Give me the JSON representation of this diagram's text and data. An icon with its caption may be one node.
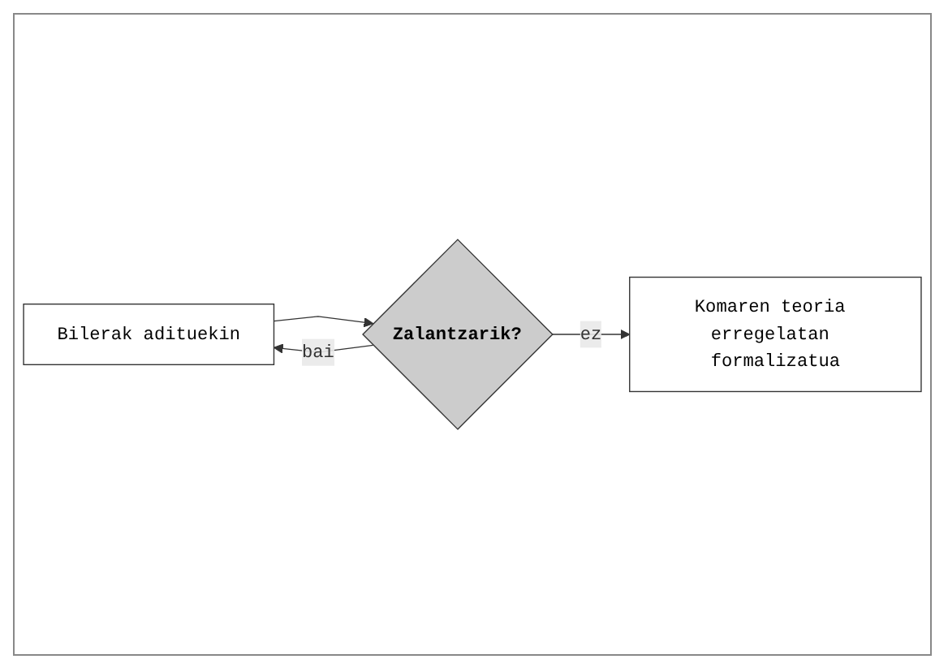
{
  "diagram": {
    "nodes": [
      {
        "text": [
          "Bilerak adituekin"
        ]
      },
      {
        "text": [
          "Zalantzarik?"
        ]
      },
      {
        "text": [
          "Komaren teoria erregelatan formalizatua"
        ]
      }
    ],
    "edges": [
      {
        "from": 0,
        "to": 1,
        "arrow": "to"
      },
      {
        "from": 1,
        "to": 0,
        "arrow": "to",
        "label": "bai"
      },
      {
        "from": 1,
        "to": 2,
        "arrow": "to",
        "label": "ez"
      }
    ]
  }
}
